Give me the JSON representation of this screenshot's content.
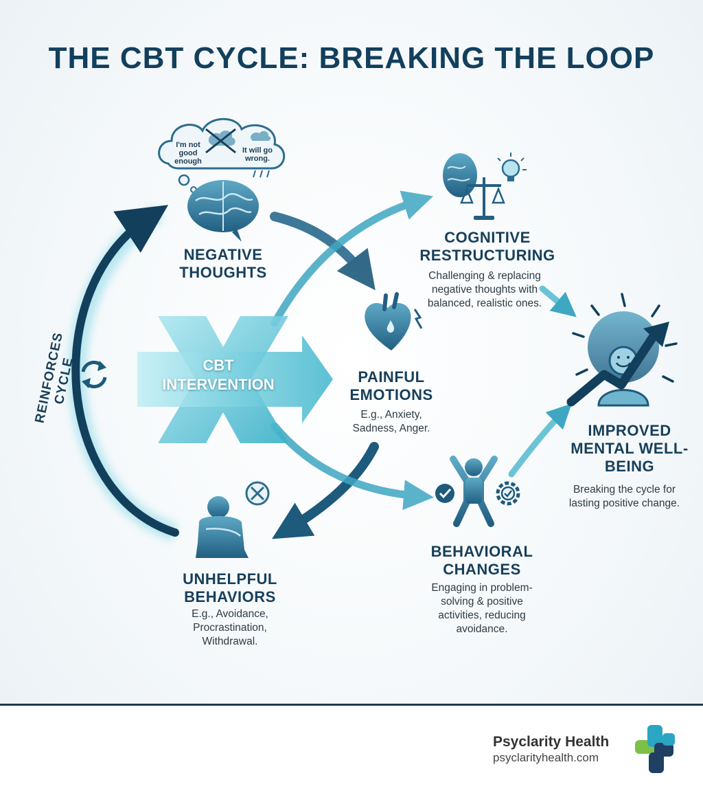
{
  "title": "THE CBT CYCLE: BREAKING THE LOOP",
  "thought_bubble": {
    "left": "I'm not good enough",
    "right": "It will go wrong."
  },
  "nodes": {
    "negative_thoughts": {
      "title": "NEGATIVE THOUGHTS"
    },
    "painful_emotions": {
      "title": "PAINFUL EMOTIONS",
      "description": "E.g., Anxiety, Sadness, Anger."
    },
    "unhelpful_behaviors": {
      "title": "UNHELPFUL BEHAVIORS",
      "description": "E.g., Avoidance, Procrastination, Withdrawal."
    },
    "cognitive_restructuring": {
      "title": "COGNITIVE RESTRUCTURING",
      "description": "Challenging & replacing negative thoughts with balanced, realistic ones."
    },
    "behavioral_changes": {
      "title": "BEHAVIORAL CHANGES",
      "description": "Engaging in problem-solving & positive activities, reducing avoidance."
    },
    "improved_wellbeing": {
      "title": "IMPROVED MENTAL WELL-BEING",
      "description": "Breaking the cycle for lasting positive change."
    }
  },
  "intervention": {
    "label": "CBT INTERVENTION"
  },
  "cycle_label": "REINFORCES CYCLE",
  "footer": {
    "brand": "Psyclarity Health",
    "url": "psyclarityhealth.com"
  },
  "colors": {
    "navy": "#123f5c",
    "teal": "#3fb6cc",
    "light_teal": "#8fdbe8",
    "icon_blue": "#2f7396"
  }
}
